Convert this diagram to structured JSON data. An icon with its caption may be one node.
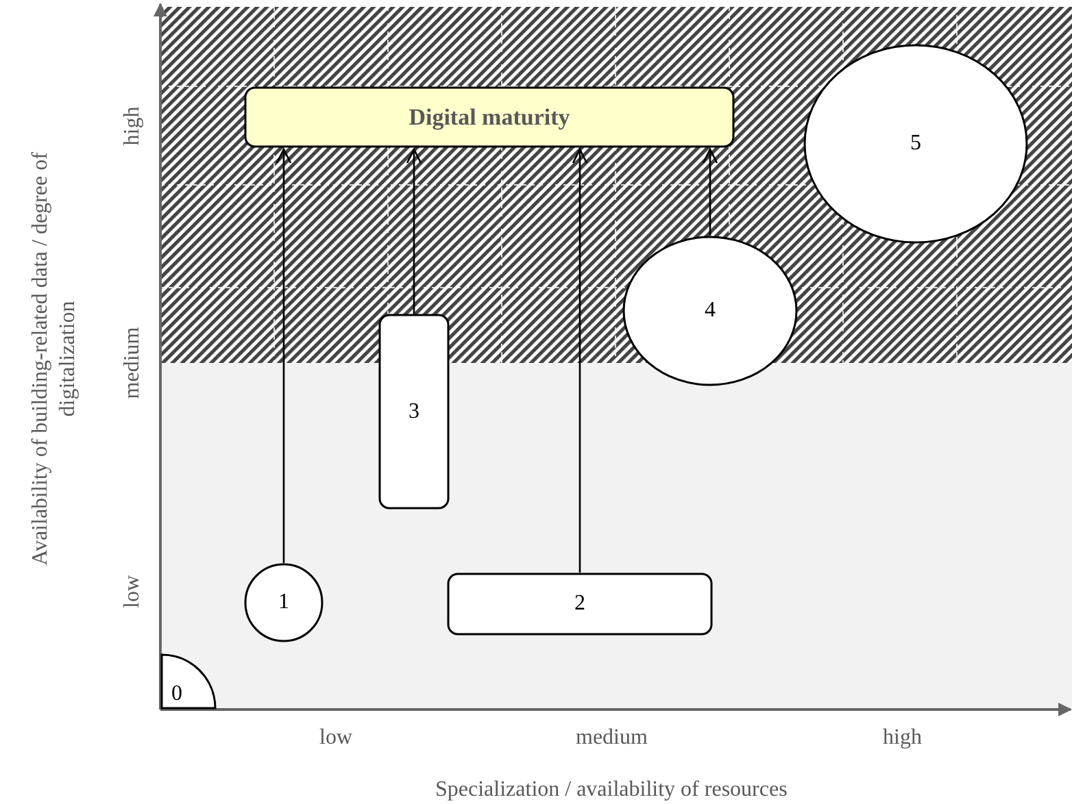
{
  "diagram": {
    "nodes": [
      {
        "text": [
          "Digital maturity"
        ]
      },
      {
        "text": [
          "5"
        ]
      },
      {
        "text": [
          "4"
        ]
      },
      {
        "text": [
          "3"
        ]
      },
      {
        "text": [
          "1"
        ]
      },
      {
        "text": [
          "2"
        ]
      },
      {
        "text": [
          "0"
        ]
      }
    ],
    "edges": [
      {
        "from": 4,
        "to": 0,
        "arrow": "to"
      },
      {
        "from": 3,
        "to": 0,
        "arrow": "to"
      },
      {
        "from": 5,
        "to": 0,
        "arrow": "to"
      },
      {
        "from": 2,
        "to": 0,
        "arrow": "to"
      }
    ],
    "labels": [
      "high",
      "medium",
      "low",
      "Availability of building-related data / degree of digitalization",
      "low",
      "medium",
      "high",
      "Specialization / availability of resources"
    ]
  }
}
